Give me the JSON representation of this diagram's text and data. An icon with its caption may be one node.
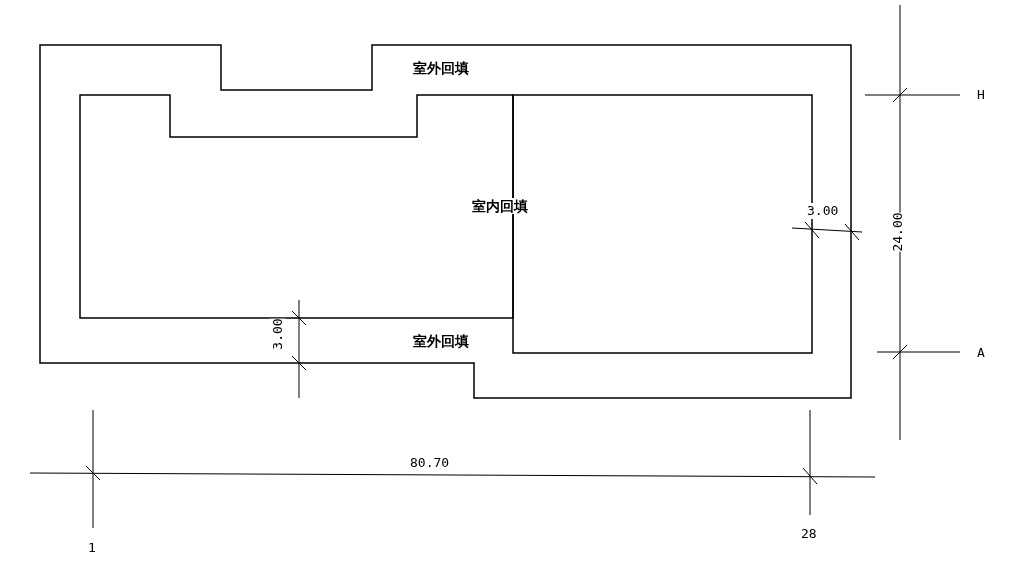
{
  "diagram": {
    "labels": [
      "室外回填",
      "H",
      "室内回填",
      "3.00",
      "24.00",
      "3.00",
      "室外回填",
      "A",
      "80.70",
      "28",
      "1"
    ]
  }
}
